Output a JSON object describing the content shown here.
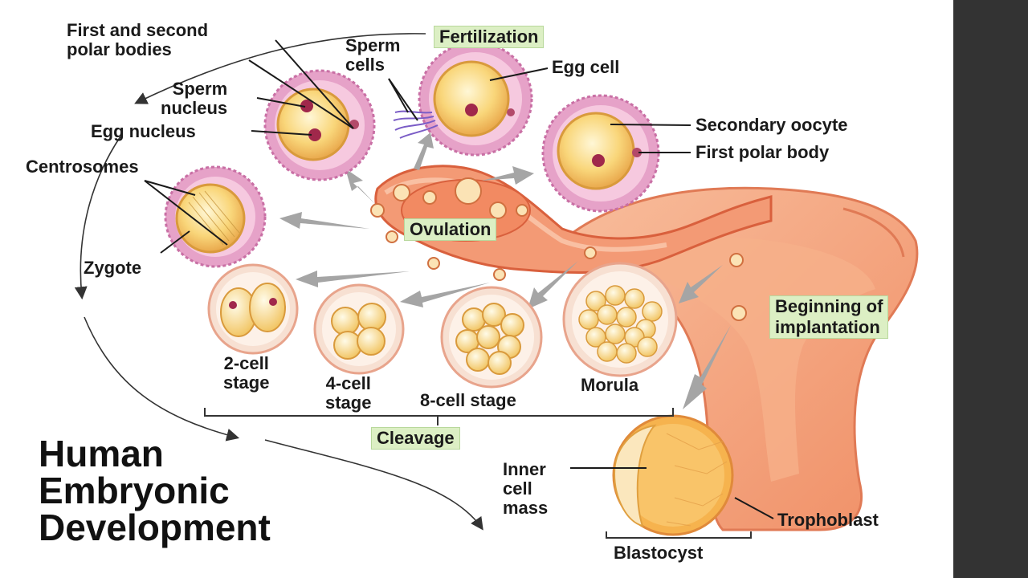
{
  "title": {
    "line1": "Human",
    "line2": "Embryonic",
    "line3": "Development"
  },
  "labels": {
    "first_second_polar_bodies_1": "First and second",
    "first_second_polar_bodies_2": "polar bodies",
    "sperm_cells_1": "Sperm",
    "sperm_cells_2": "cells",
    "fertilization": "Fertilization",
    "egg_cell": "Egg cell",
    "sperm_nucleus_1": "Sperm",
    "sperm_nucleus_2": "nucleus",
    "egg_nucleus": "Egg nucleus",
    "secondary_oocyte": "Secondary oocyte",
    "first_polar_body": "First polar body",
    "centrosomes": "Centrosomes",
    "zygote": "Zygote",
    "ovulation": "Ovulation",
    "two_cell_1": "2-cell",
    "two_cell_2": "stage",
    "four_cell_1": "4-cell",
    "four_cell_2": "stage",
    "eight_cell": "8-cell stage",
    "morula": "Morula",
    "cleavage": "Cleavage",
    "beginning_implantation_1": "Beginning of",
    "beginning_implantation_2": "implantation",
    "inner_cell_mass_1": "Inner",
    "inner_cell_mass_2": "cell",
    "inner_cell_mass_3": "mass",
    "trophoblast": "Trophoblast",
    "blastocyst": "Blastocyst"
  },
  "colors": {
    "uterus": "#f4a07c",
    "uterus_dark": "#e0694a",
    "corona": "#e6a2c8",
    "egg": "#f9d67a",
    "nucleus": "#a0284b",
    "label_box": "#dcefc4",
    "sidebar": "#333333"
  }
}
